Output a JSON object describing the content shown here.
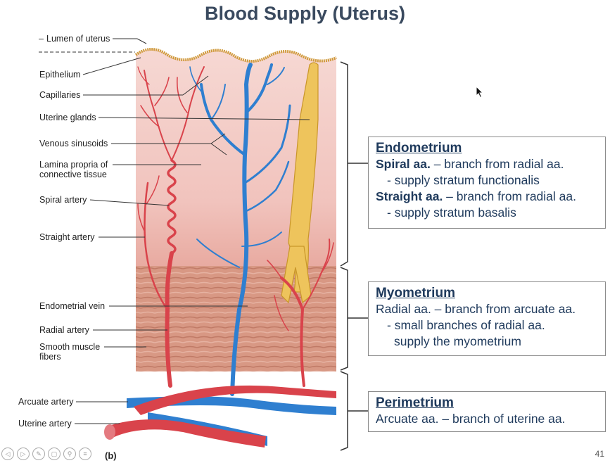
{
  "title": "Blood Supply (Uterus)",
  "labels": {
    "lumen": "Lumen of uterus",
    "epithelium": "Epithelium",
    "capillaries": "Capillaries",
    "uterine_glands": "Uterine glands",
    "venous_sinusoids": "Venous sinusoids",
    "lamina_propria_1": "Lamina propria of",
    "lamina_propria_2": "connective tissue",
    "spiral_artery": "Spiral artery",
    "straight_artery": "Straight artery",
    "endometrial_vein": "Endometrial vein",
    "radial_artery": "Radial artery",
    "smooth_muscle_1": "Smooth muscle",
    "smooth_muscle_2": "fibers",
    "arcuate_artery": "Arcuate artery",
    "uterine_artery": "Uterine artery"
  },
  "figure_label": "(b)",
  "endometrium": {
    "heading": "Endometrium",
    "line1_bold": "Spiral aa.",
    "line1_rest": " – branch from radial aa.",
    "line2": "- supply stratum functionalis",
    "line3_bold": "Straight aa.",
    "line3_rest": " – branch from radial aa.",
    "line4": "- supply stratum basalis"
  },
  "myometrium": {
    "heading": "Myometrium",
    "line1": "Radial aa. – branch from arcuate aa.",
    "line2": "- small branches of radial aa.",
    "line3": "supply the myometrium"
  },
  "perimetrium": {
    "heading": "Perimetrium",
    "line1": "Arcuate aa. – branch of uterine aa."
  },
  "page_number": "41",
  "colors": {
    "title": "#3a4a5f",
    "artery": "#d9434b",
    "vein": "#2f7fd0",
    "gland": "#e8b94a",
    "endometrium_bg": "#f3c9c4",
    "myometrium_bg": "#d99a86"
  }
}
